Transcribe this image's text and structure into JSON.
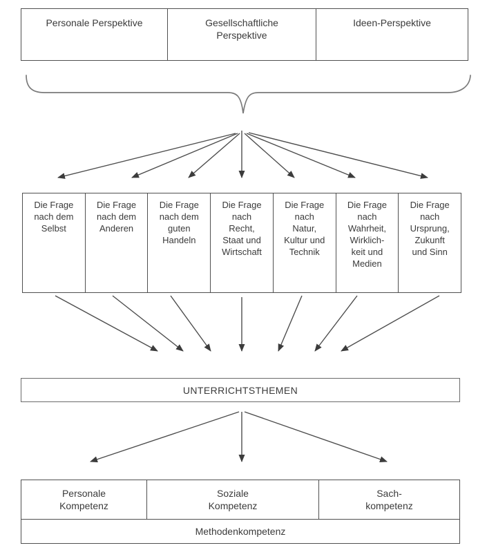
{
  "perspectives": {
    "cells": [
      {
        "label": "Personale Perspektive"
      },
      {
        "label": "Gesellschaftliche\nPerspektive"
      },
      {
        "label": "Ideen-Perspektive"
      }
    ]
  },
  "questions": {
    "cells": [
      {
        "label": "Die Frage\nnach dem\nSelbst"
      },
      {
        "label": "Die Frage\nnach dem\nAnderen"
      },
      {
        "label": "Die Frage\nnach dem\nguten\nHandeln"
      },
      {
        "label": "Die Frage\nnach\nRecht,\nStaat und\nWirtschaft"
      },
      {
        "label": "Die Frage\nnach\nNatur,\nKultur und\nTechnik"
      },
      {
        "label": "Die Frage\nnach\nWahrheit,\nWirklich-\nkeit und\nMedien"
      },
      {
        "label": "Die Frage\nnach\nUrsprung,\nZukunft\nund Sinn"
      }
    ]
  },
  "themes": {
    "label": "UNTERRICHTSTHEMEN"
  },
  "competences": {
    "cells": [
      {
        "label": "Personale\nKompetenz"
      },
      {
        "label": "Soziale\nKompetenz"
      },
      {
        "label": "Sach-\nkompetenz"
      }
    ],
    "method_row": {
      "label": "Methodenkompetenz"
    }
  },
  "colors": {
    "background": "#ffffff",
    "border": "#4f4f4f",
    "text": "#3a3a3a",
    "arrow": "#4d4d4d",
    "brace": "#7a7a7a"
  }
}
